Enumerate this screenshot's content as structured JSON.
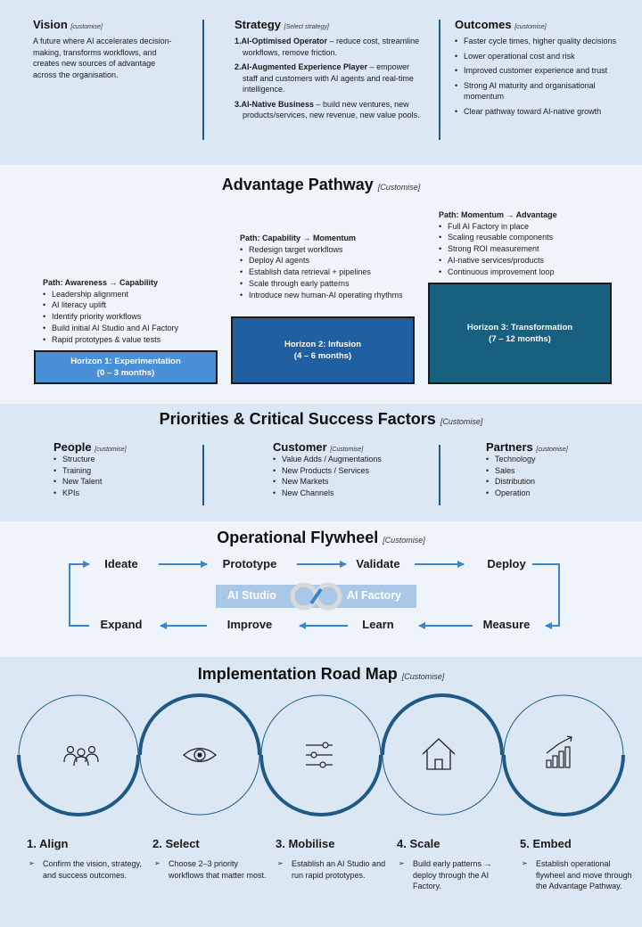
{
  "vision": {
    "title": "Vision",
    "tag": "[customise]",
    "text": "A future where AI accelerates decision-making, transforms workflows, and creates new sources of advantage across the organisation."
  },
  "strategy": {
    "title": "Strategy",
    "tag": "[Select strategy]",
    "items": [
      {
        "num": "1.",
        "head": "AI-Optimised Operator",
        "rest": " – reduce cost, streamline workflows, remove friction."
      },
      {
        "num": "2.",
        "head": "AI-Augmented Experience Player",
        "rest": " – empower staff and customers with AI agents and real-time intelligence."
      },
      {
        "num": "3.",
        "head": "AI-Native Business",
        "rest": " – build new ventures, new products/services, new revenue, new value pools."
      }
    ]
  },
  "outcomes": {
    "title": "Outcomes",
    "tag": "[customise]",
    "items": [
      "Faster cycle times, higher quality decisions",
      "Lower operational cost and risk",
      "Improved customer experience and trust",
      "Strong AI maturity and organisational momentum",
      "Clear pathway toward AI-native growth"
    ]
  },
  "pathway": {
    "title": "Advantage Pathway",
    "tag": "[Customise]",
    "horizons": [
      {
        "path_title": "Path: Awareness → Capability",
        "items": [
          "Leadership alignment",
          "AI literacy uplift",
          "Identify priority workflows",
          "Build initial AI Studio and AI Factory",
          "Rapid prototypes & value tests"
        ],
        "name": "Horizon 1: Experimentation",
        "period": "(0 – 3 months)",
        "color": "#4a90d9"
      },
      {
        "path_title": "Path: Capability → Momentum",
        "items": [
          "Redesign target workflows",
          "Deploy AI agents",
          "Establish data retrieval + pipelines",
          "Scale through early patterns",
          "Introduce new human-AI operating rhythms"
        ],
        "name": "Horizon 2: Infusion",
        "period": "(4 – 6 months)",
        "color": "#2160a0"
      },
      {
        "path_title": "Path: Momentum → Advantage",
        "items": [
          "Full AI Factory in place",
          "Scaling reusable components",
          "Strong ROI measurement",
          "AI-native services/products",
          "Continuous improvement loop"
        ],
        "name": "Horizon 3: Transformation",
        "period": "(7 – 12 months)",
        "color": "#17607f"
      }
    ]
  },
  "priorities": {
    "title": "Priorities & Critical Success Factors",
    "tag": "[Customise]",
    "columns": [
      {
        "title": "People",
        "tag": "[customise]",
        "items": [
          "Structure",
          "Training",
          "New Talent",
          "KPIs"
        ]
      },
      {
        "title": "Customer",
        "tag": "[Customise]",
        "items": [
          "Value Adds / Augmentations",
          "New Products / Services",
          "New Markets",
          "New Channels"
        ]
      },
      {
        "title": "Partners",
        "tag": "[customise]",
        "items": [
          "Technology",
          "Sales",
          "Distribution",
          "Operation"
        ]
      }
    ]
  },
  "flywheel": {
    "title": "Operational Flywheel",
    "tag": "[Customise]",
    "top": [
      "Ideate",
      "Prototype",
      "Validate",
      "Deploy"
    ],
    "bottom": [
      "Expand",
      "Improve",
      "Learn",
      "Measure"
    ],
    "studio": "AI Studio",
    "factory": "AI Factory"
  },
  "roadmap": {
    "title": "Implementation Road Map",
    "tag": "[Customise]",
    "steps": [
      {
        "title": "1. Align",
        "desc": "Confirm the vision, strategy, and success outcomes.",
        "icon": "people-icon"
      },
      {
        "title": "2. Select",
        "desc": "Choose 2–3 priority workflows that matter most.",
        "icon": "eye-icon"
      },
      {
        "title": "3. Mobilise",
        "desc": "Establish an AI Studio and run rapid prototypes.",
        "icon": "sliders-icon"
      },
      {
        "title": "4. Scale",
        "desc": "Build early patterns → deploy through the AI Factory.",
        "icon": "house-icon"
      },
      {
        "title": "5. Embed",
        "desc": "Establish operational flywheel and move through the Advantage Pathway.",
        "icon": "growth-chart-icon"
      }
    ]
  },
  "colors": {
    "dark_blue": "#1f5a87",
    "accent": "#3a85cc",
    "light_band": "#a9c8e8"
  }
}
